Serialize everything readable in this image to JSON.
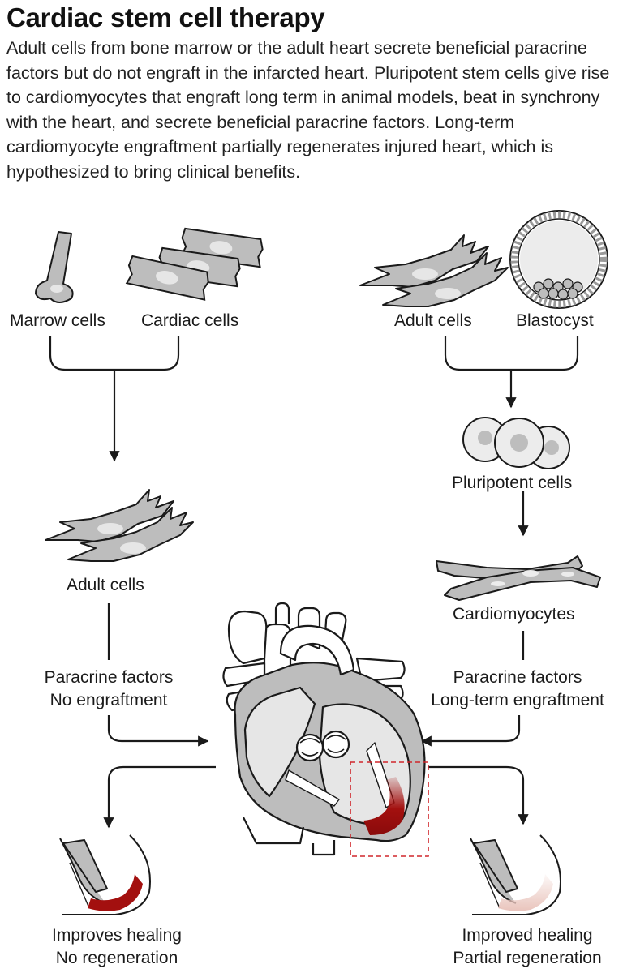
{
  "title": "Cardiac stem cell therapy",
  "intro": "Adult cells from bone marrow or the adult heart secrete beneficial paracrine factors but do not engraft in the infarcted heart. Pluripotent stem cells give rise to cardiomyocytes that engraft long term in animal models, beat in synchrony with the heart, and secrete beneficial paracrine factors. Long-term cardiomyocyte engraftment partially regenerates injured heart, which is hypothesized to bring clinical benefits.",
  "left_path": {
    "source_1": "Marrow cells",
    "source_2": "Cardiac cells",
    "result_cells": "Adult cells",
    "effect_line_1": "Paracrine factors",
    "effect_line_2": "No engraftment",
    "outcome_line_1": "Improves healing",
    "outcome_line_2": "No regeneration"
  },
  "right_path": {
    "source_1": "Adult cells",
    "source_2": "Blastocyst",
    "intermediate": "Pluripotent cells",
    "result_cells": "Cardiomyocytes",
    "effect_line_1": "Paracrine factors",
    "effect_line_2": "Long-term engraftment",
    "outcome_line_1": "Improved healing",
    "outcome_line_2": "Partial regeneration"
  },
  "colors": {
    "infarct": "#a3100f",
    "partial_infarct": "#e9c4bc",
    "cell_fill": "#b9b9b9",
    "cell_light": "#e6e6e6",
    "line": "#1a1a1a",
    "highlight_box": "#d0262b"
  }
}
